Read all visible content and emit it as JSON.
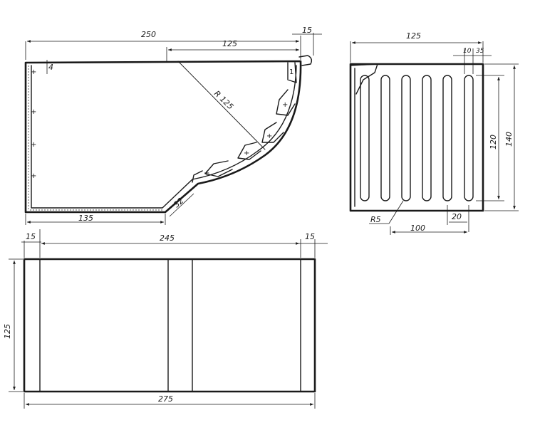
{
  "top_view": {
    "dim_width": "250",
    "dim_top_right": "125",
    "dim_lip": "15",
    "dim_small_vertical": "4",
    "dim_radius": "R 125",
    "dim_bottom": "135",
    "dim_chamfer": "32",
    "weld_mark": "+",
    "label_one": "1"
  },
  "side_view": {
    "dim_width": "125",
    "dim_slot_top": "10",
    "dim_slot_pitch": "35",
    "dim_slot_length": "120",
    "dim_height": "140",
    "dim_radius": "R5",
    "dim_bottom_left": "100",
    "dim_bottom_right": "20"
  },
  "front_view": {
    "dim_left_lip": "15",
    "dim_middle": "245",
    "dim_right_lip": "15",
    "dim_height": "125",
    "dim_total": "275"
  }
}
